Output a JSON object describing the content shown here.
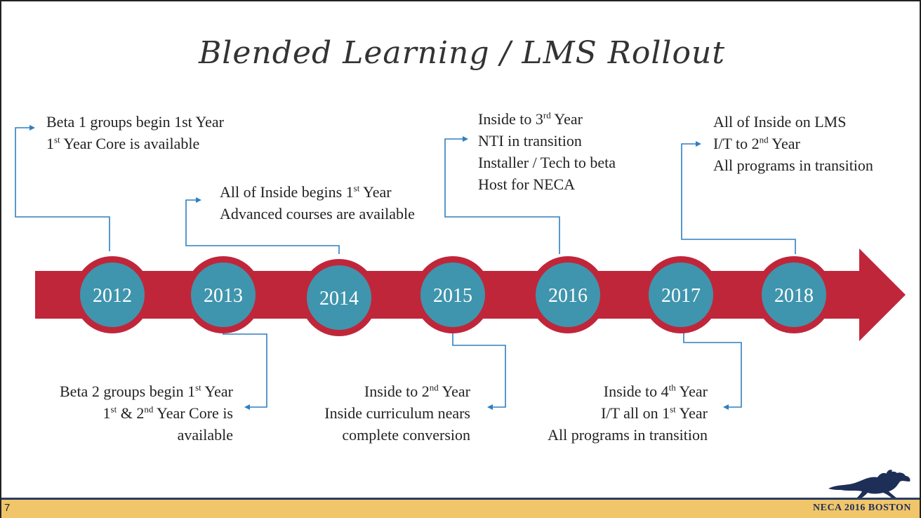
{
  "title": "Blended Learning / LMS Rollout",
  "years": [
    "2012",
    "2013",
    "2014",
    "2015",
    "2016",
    "2017",
    "2018"
  ],
  "notes": {
    "2012": {
      "l1a": "Beta 1 groups begin 1st Year",
      "l2a": "1",
      "l2sup": "st",
      "l2b": " Year Core is available"
    },
    "2013": {
      "l1a": "Beta 2 groups begin 1",
      "l1sup": "st",
      "l1b": " Year",
      "l2a": "1",
      "l2sup1": "st",
      "l2mid": " & 2",
      "l2sup2": "nd",
      "l2b": " Year Core is",
      "l3": "available"
    },
    "2014": {
      "l1a": "All of  Inside begins 1",
      "l1sup": "st",
      "l1b": " Year",
      "l2": "Advanced courses are available"
    },
    "2015": {
      "l1a": "Inside to 2",
      "l1sup": "nd",
      "l1b": " Year",
      "l2": "Inside curriculum nears",
      "l3": "complete conversion"
    },
    "2016": {
      "l1a": "Inside to 3",
      "l1sup": "rd",
      "l1b": " Year",
      "l2": "NTI in transition",
      "l3": "Installer / Tech to beta",
      "l4": "Host for NECA"
    },
    "2017": {
      "l1a": "Inside to 4",
      "l1sup": "th",
      "l1b": " Year",
      "l2a": "I/T all on 1",
      "l2sup": "st",
      "l2b": " Year",
      "l3": "All programs in transition"
    },
    "2018": {
      "l1": "All of  Inside on LMS",
      "l2a": "I/T to 2",
      "l2sup": "nd",
      "l2b": " Year",
      "l3": "All programs in transition"
    }
  },
  "footer": {
    "page_number": "7",
    "brand": "NECA 2016 BOSTON"
  },
  "colors": {
    "arrow": "#c0263a",
    "circle_fill": "#3f95ad",
    "circle_border": "#c0263a",
    "connector": "#2f7fc1",
    "footer_bg": "#f1c66a",
    "footer_rule": "#2b3d63"
  },
  "icons": {
    "logo": "horse-rider-logo"
  }
}
